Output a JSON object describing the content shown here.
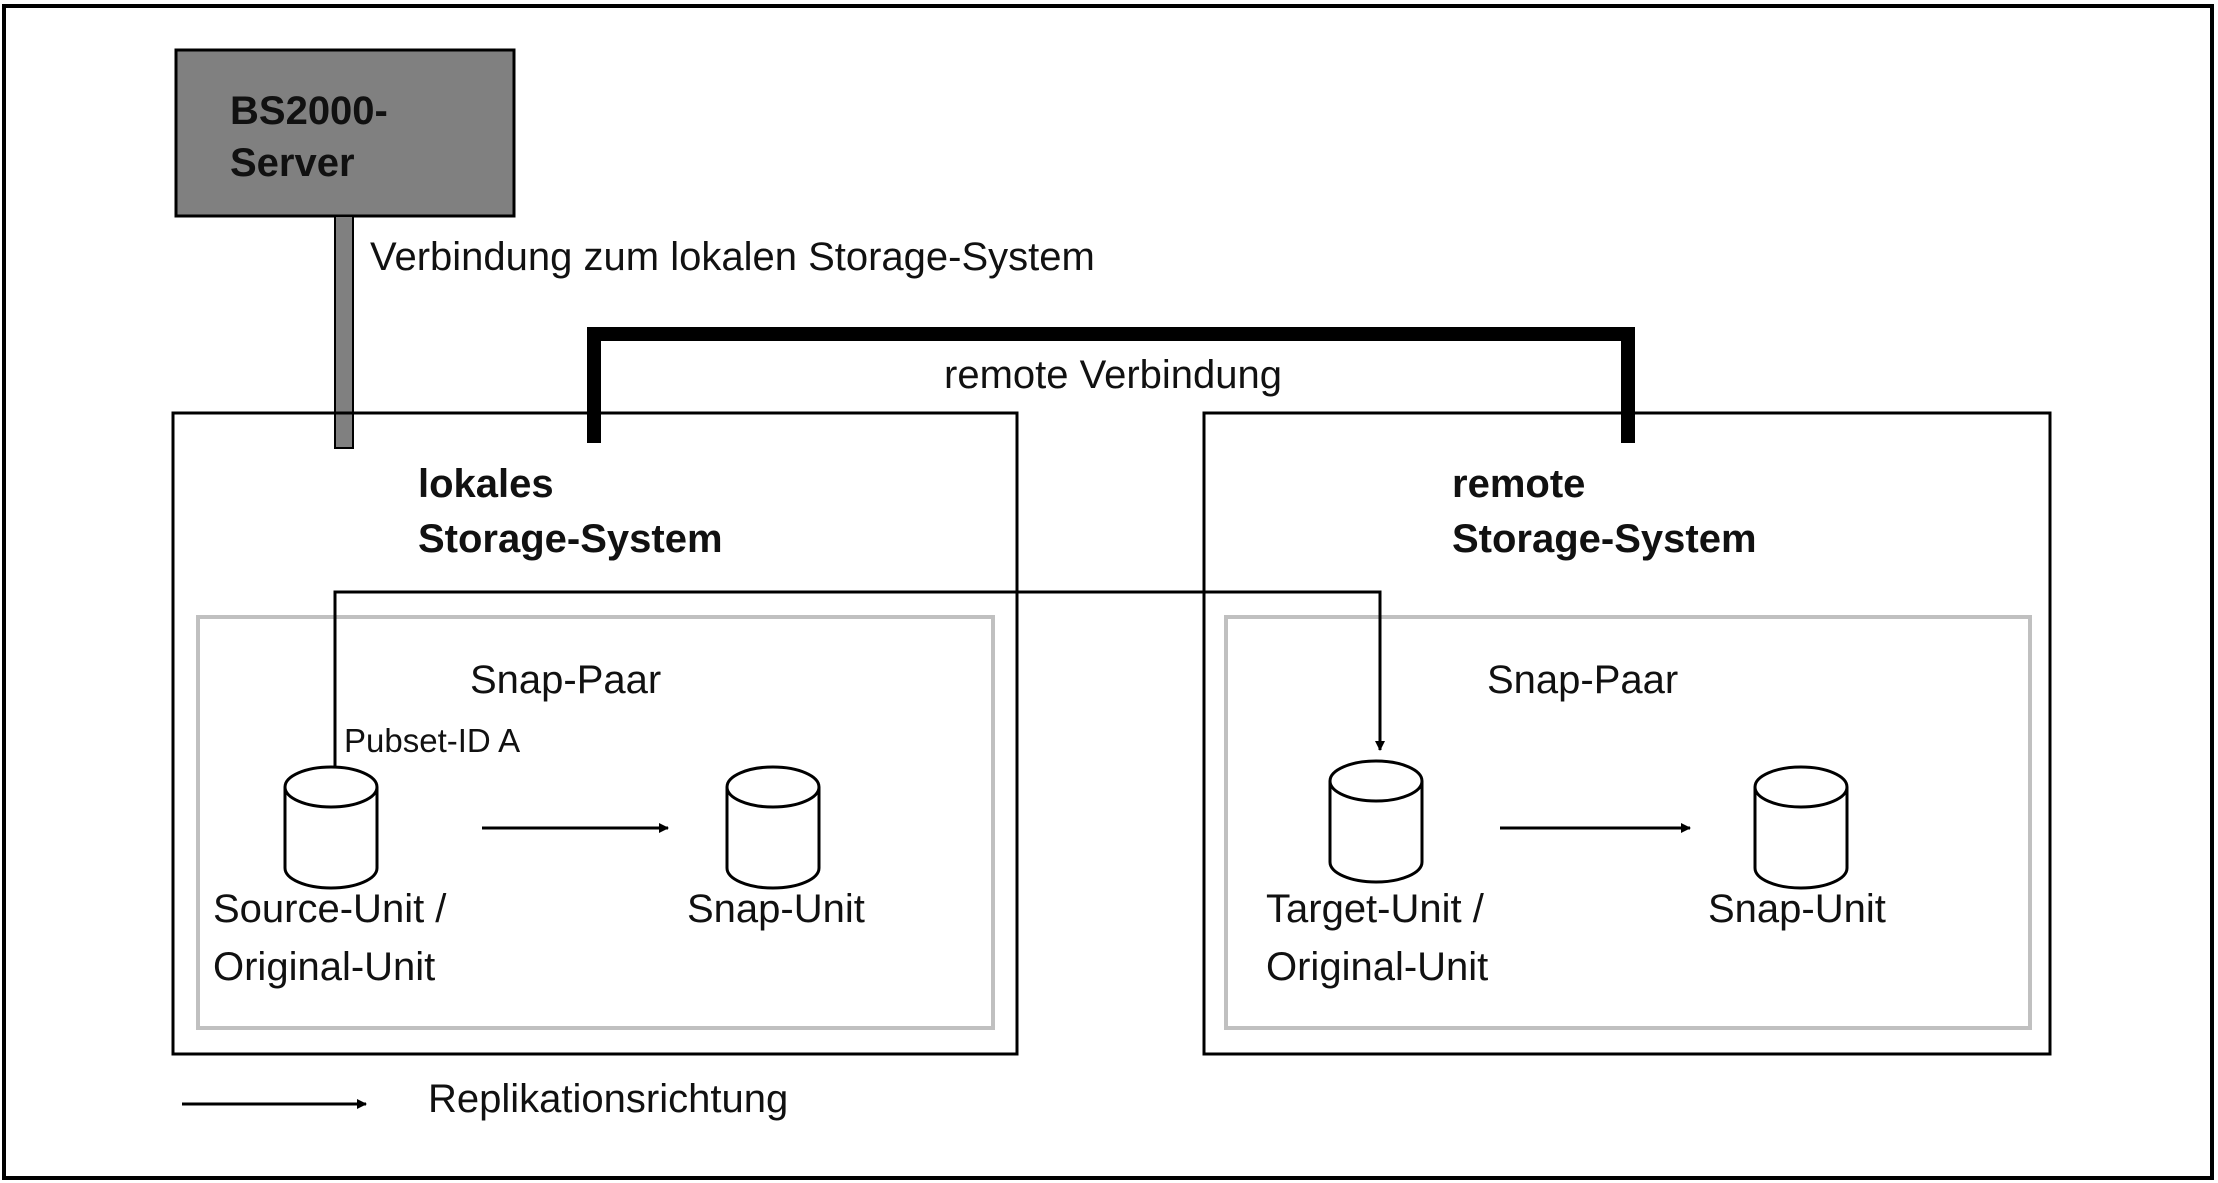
{
  "server": {
    "line1": "BS2000-",
    "line2": "Server"
  },
  "connections": {
    "local": "Verbindung zum lokalen Storage-System",
    "remote": "remote Verbindung"
  },
  "local_system": {
    "title_line1": "lokales",
    "title_line2": "Storage-System",
    "pair_label": "Snap-Paar",
    "pubset_label": "Pubset-ID A",
    "source_line1": "Source-Unit /",
    "source_line2": "Original-Unit",
    "snap_label": "Snap-Unit"
  },
  "remote_system": {
    "title_line1": "remote",
    "title_line2": "Storage-System",
    "pair_label": "Snap-Paar",
    "target_line1": "Target-Unit /",
    "target_line2": "Original-Unit",
    "snap_label": "Snap-Unit"
  },
  "legend": {
    "label": "Replikationsrichtung"
  },
  "colors": {
    "server_fill": "#808080",
    "pair_border": "#c0c0c0",
    "line": "#000000"
  }
}
